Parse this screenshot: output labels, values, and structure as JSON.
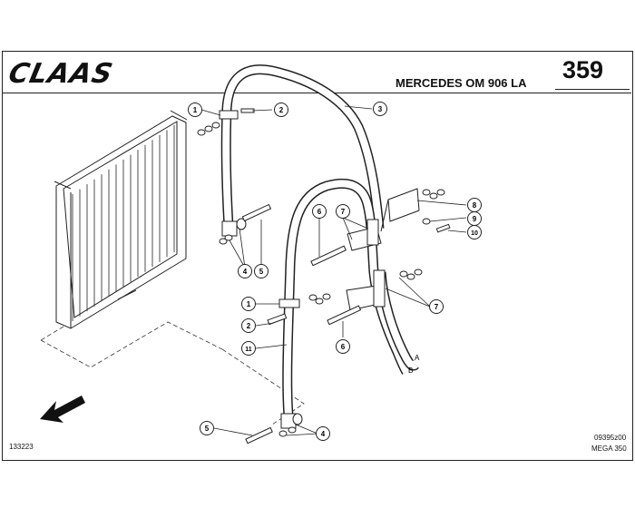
{
  "header": {
    "brand": "CLAAS",
    "engine": "MERCEDES OM  906 LA",
    "page_number": "359"
  },
  "footer": {
    "left_code": "133223",
    "right_code": "09395z00",
    "model": "MEGA 350"
  },
  "callouts": [
    "1",
    "2",
    "3",
    "4",
    "5",
    "6",
    "7",
    "8",
    "9",
    "10",
    "11"
  ],
  "hose_ends": [
    "A",
    "B"
  ]
}
